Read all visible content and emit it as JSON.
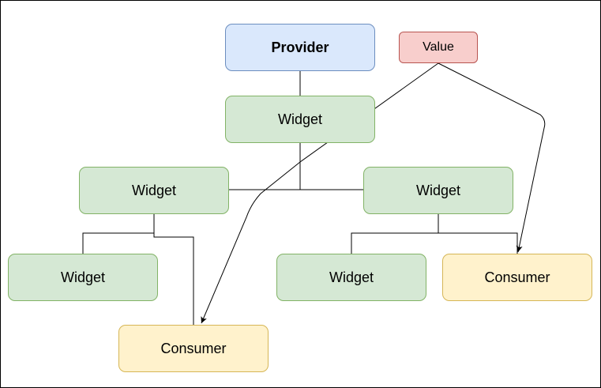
{
  "diagram": {
    "provider": {
      "label": "Provider"
    },
    "value": {
      "label": "Value"
    },
    "widget_top": {
      "label": "Widget"
    },
    "widget_mid_left": {
      "label": "Widget"
    },
    "widget_mid_right": {
      "label": "Widget"
    },
    "widget_bottom_left": {
      "label": "Widget"
    },
    "widget_bottom_right": {
      "label": "Widget"
    },
    "consumer_right": {
      "label": "Consumer"
    },
    "consumer_bottom": {
      "label": "Consumer"
    }
  },
  "colors": {
    "widget_fill": "#d5e8d4",
    "widget_stroke": "#82b366",
    "provider_fill": "#dae8fc",
    "provider_stroke": "#6c8ebf",
    "value_fill": "#f8cecc",
    "value_stroke": "#b85450",
    "consumer_fill": "#fff2cc",
    "consumer_stroke": "#d6b656",
    "line": "#000000"
  }
}
